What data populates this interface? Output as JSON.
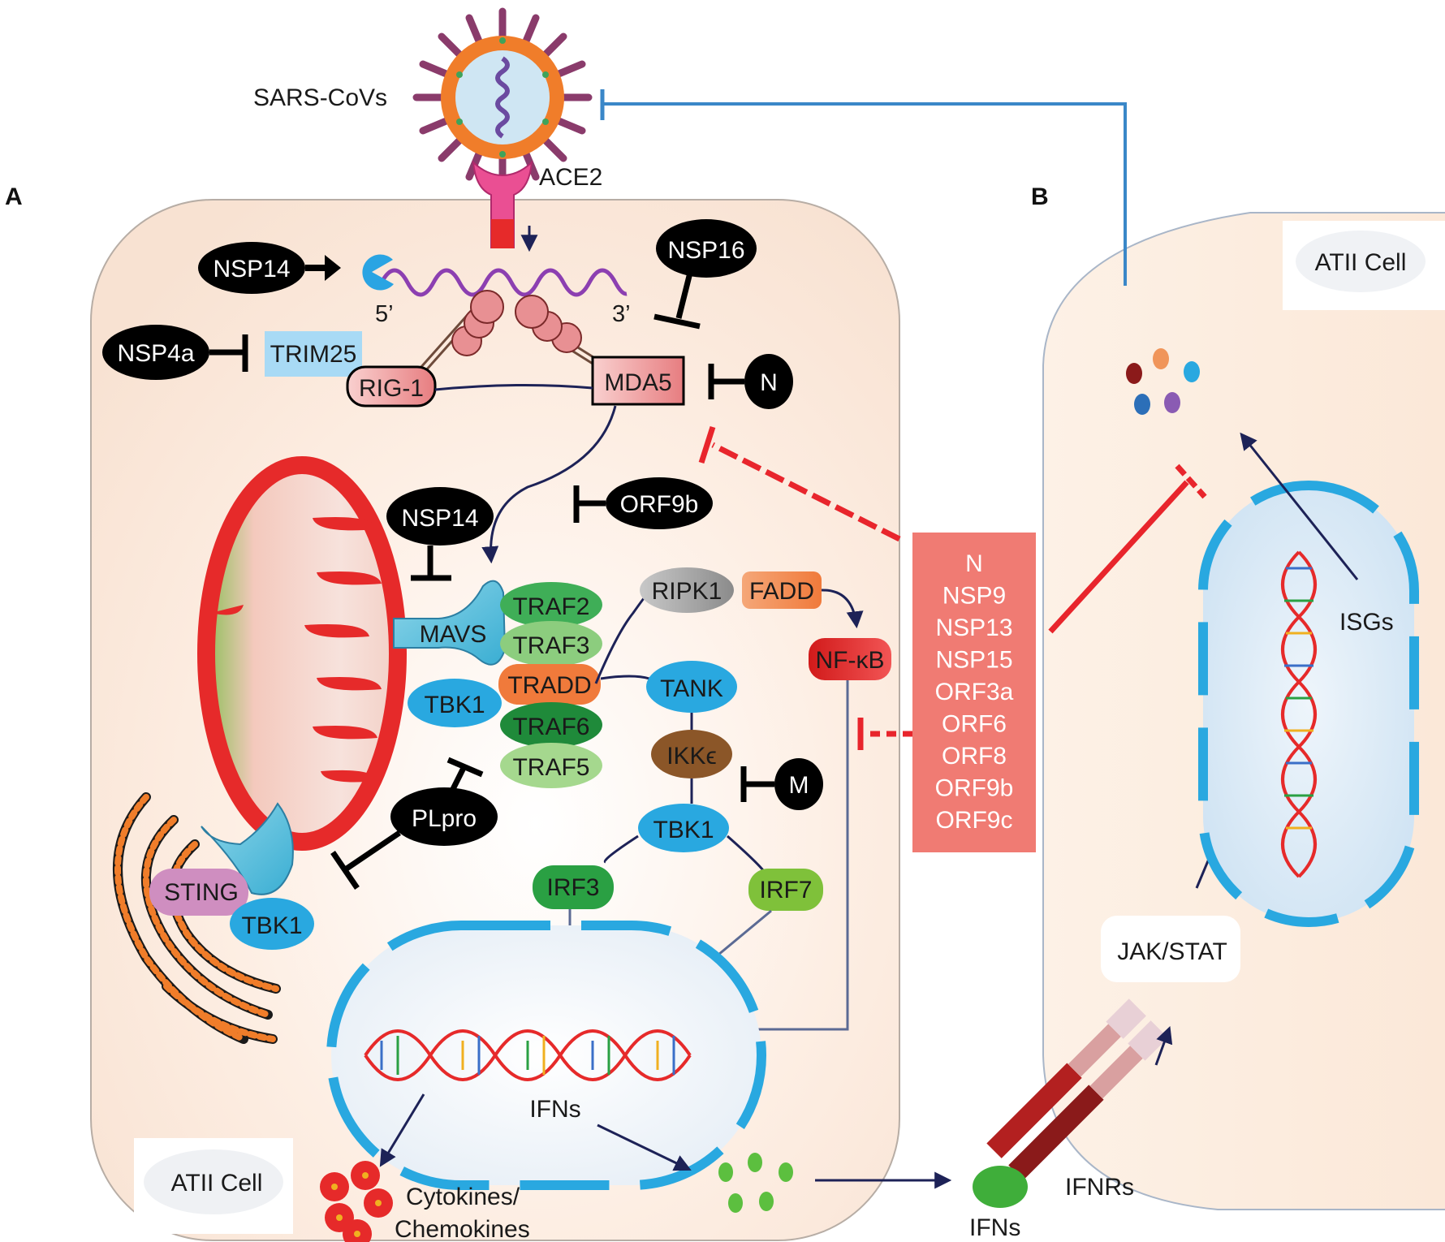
{
  "panels": {
    "a": "A",
    "b": "B"
  },
  "virus": {
    "label": "SARS-CoVs"
  },
  "receptor": {
    "label": "ACE2"
  },
  "rna": {
    "five_prime": "5’",
    "three_prime": "3’"
  },
  "cell_a": {
    "label": "ATII Cell"
  },
  "cell_b": {
    "label": "ATII Cell"
  },
  "sensors": {
    "rig1": "RIG-1",
    "trim25": "TRIM25",
    "mda5": "MDA5"
  },
  "mito": {
    "mavs": "MAVS"
  },
  "adaptors": {
    "traf2": "TRAF2",
    "traf3": "TRAF3",
    "tradd": "TRADD",
    "traf6": "TRAF6",
    "traf5": "TRAF5",
    "tbk1_mavs": "TBK1"
  },
  "kinases": {
    "ripk1": "RIPK1",
    "fadd": "FADD",
    "nfkb": "NF-κB",
    "tank": "TANK",
    "ikke": "IKKϵ",
    "tbk1": "TBK1",
    "irf3": "IRF3",
    "irf7": "IRF7"
  },
  "er": {
    "sting": "STING",
    "tbk1": "TBK1"
  },
  "antagonists": {
    "nsp14_top": "NSP14",
    "nsp16": "NSP16",
    "nsp4a": "NSP4a",
    "n": "N",
    "orf9b": "ORF9b",
    "nsp14_mid": "NSP14",
    "plpro": "PLpro",
    "m": "M"
  },
  "viral_proteins": [
    "N",
    "NSP9",
    "NSP13",
    "NSP15",
    "ORF3a",
    "ORF6",
    "ORF8",
    "ORF9b",
    "ORF9c"
  ],
  "nucleus_a": {
    "ifns": "IFNs"
  },
  "outputs": {
    "cytokines_line1": "Cytokines/",
    "cytokines_line2": "Chemokines",
    "ifns_ext": "IFNs"
  },
  "cell_b_labels": {
    "ifnrs": "IFNRs",
    "jakstat": "JAK/STAT",
    "isgs": "ISGs"
  },
  "colors": {
    "cell_fill": "#fbe7d8",
    "antagonist": "#000000",
    "viral_box": "#f07b73",
    "inhibit_red": "#e8252c",
    "feedback_blue": "#3a87c8",
    "nuclear_membrane": "#29a8e0"
  }
}
